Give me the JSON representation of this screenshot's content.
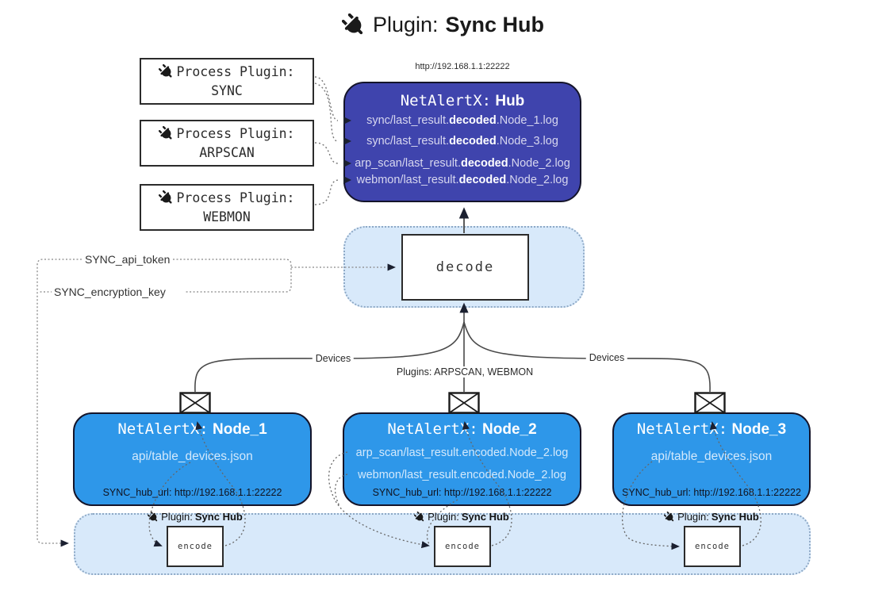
{
  "title": {
    "prefix": "Plugin:",
    "name": "Sync Hub"
  },
  "hub": {
    "url": "http://192.168.1.1:22222",
    "name_prefix": "NetAlertX:",
    "name": "Hub",
    "logs": [
      {
        "pre": "sync/last_result.",
        "bold": "decoded",
        "post": ".Node_1.log"
      },
      {
        "pre": "sync/last_result.",
        "bold": "decoded",
        "post": ".Node_3.log"
      },
      {
        "pre": "arp_scan/last_result.",
        "bold": "decoded",
        "post": ".Node_2.log"
      },
      {
        "pre": "webmon/last_result.",
        "bold": "decoded",
        "post": ".Node_2.log"
      }
    ]
  },
  "process_plugins": [
    {
      "label": "Process Plugin:",
      "name": "SYNC"
    },
    {
      "label": "Process Plugin:",
      "name": "ARPSCAN"
    },
    {
      "label": "Process Plugin:",
      "name": "WEBMON"
    }
  ],
  "decode": {
    "label": "decode"
  },
  "config": {
    "api_token": "SYNC_api_token",
    "encryption_key": "SYNC_encryption_key"
  },
  "edge_labels": {
    "devices_left": "Devices",
    "plugins_center": "Plugins: ARPSCAN, WEBMON",
    "devices_right": "Devices"
  },
  "nodes": [
    {
      "name_prefix": "NetAlertX:",
      "name": "Node_1",
      "files": [
        "api/table_devices.json"
      ],
      "hub_url": "SYNC_hub_url: http://192.168.1.1:22222"
    },
    {
      "name_prefix": "NetAlertX:",
      "name": "Node_2",
      "files": [
        "arp_scan/last_result.encoded.Node_2.log",
        "webmon/last_result.encoded.Node_2.log"
      ],
      "hub_url": "SYNC_hub_url: http://192.168.1.1:22222"
    },
    {
      "name_prefix": "NetAlertX:",
      "name": "Node_3",
      "files": [
        "api/table_devices.json"
      ],
      "hub_url": "SYNC_hub_url: http://192.168.1.1:22222"
    }
  ],
  "encoders": [
    {
      "plugin_prefix": "Plugin:",
      "plugin_name": "Sync Hub",
      "label": "encode"
    },
    {
      "plugin_prefix": "Plugin:",
      "plugin_name": "Sync Hub",
      "label": "encode"
    },
    {
      "plugin_prefix": "Plugin:",
      "plugin_name": "Sync Hub",
      "label": "encode"
    }
  ],
  "icons": {
    "title": "plug-icon",
    "process_plugin": "plug-icon",
    "encoder_label": "plug-icon",
    "node_mail": "envelope-icon"
  },
  "colors": {
    "hub_fill": "#3f44ad",
    "node_fill": "#2e97e9",
    "panel_fill": "#d8e9fa",
    "panel_border": "#8ea9c6",
    "arrow_dark": "#1b2030",
    "hub_text_light": "#d7d7ef",
    "node_text_light": "#d3e9fc"
  }
}
